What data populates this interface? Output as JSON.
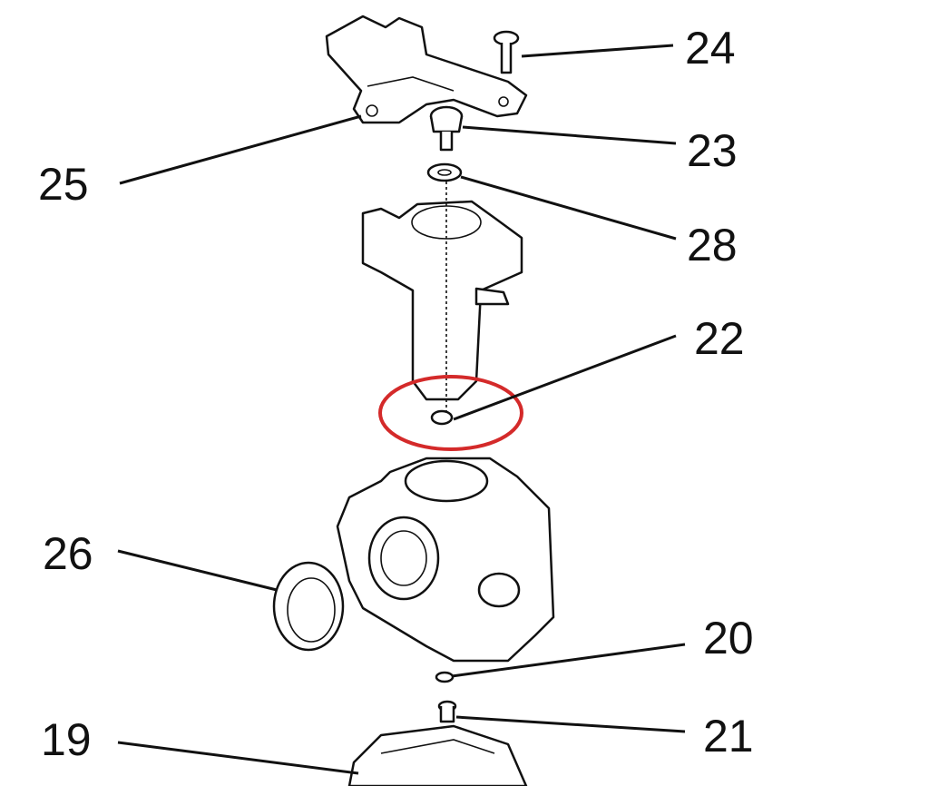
{
  "diagram": {
    "callouts": [
      {
        "id": "24",
        "label": "24",
        "part": "screw"
      },
      {
        "id": "23",
        "label": "23",
        "part": "knob-screw"
      },
      {
        "id": "25",
        "label": "25",
        "part": "bracket-plate"
      },
      {
        "id": "28",
        "label": "28",
        "part": "washer"
      },
      {
        "id": "22",
        "label": "22",
        "part": "small-nut"
      },
      {
        "id": "26",
        "label": "26",
        "part": "seal-ring"
      },
      {
        "id": "20",
        "label": "20",
        "part": "o-ring"
      },
      {
        "id": "21",
        "label": "21",
        "part": "plug-screw"
      },
      {
        "id": "19",
        "label": "19",
        "part": "bottom-cover"
      }
    ],
    "highlight_color": "#d42a2a",
    "highlighted_callout": "22"
  }
}
